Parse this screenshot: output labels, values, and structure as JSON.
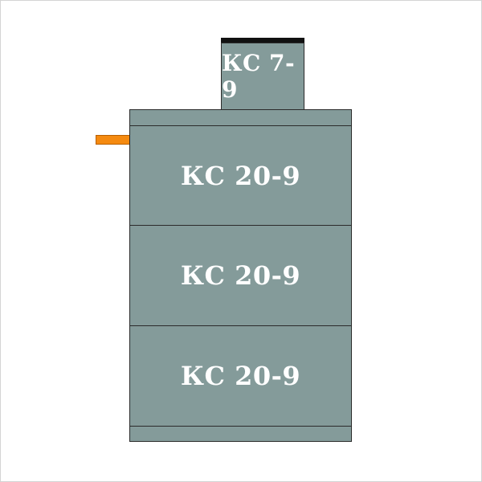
{
  "diagram": {
    "neck_ring": {
      "label": "КС 7-9"
    },
    "rings": [
      {
        "label": "КС 20-9"
      },
      {
        "label": "КС 20-9"
      },
      {
        "label": "КС 20-9"
      }
    ],
    "colors": {
      "concrete": "#849b9a",
      "outline": "#2b2b2b",
      "lid": "#111111",
      "pipe": "#f58a10",
      "text": "#ffffff"
    }
  }
}
